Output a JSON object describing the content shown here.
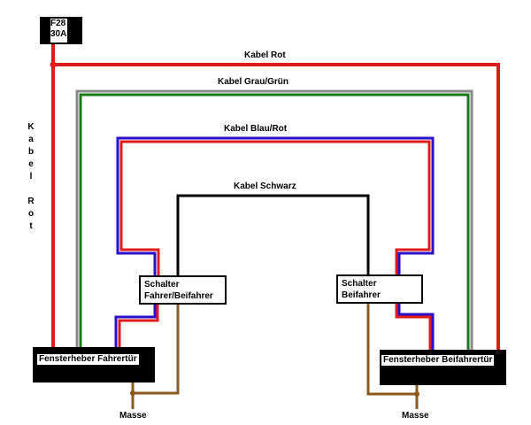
{
  "fuse": {
    "line1": "F28",
    "line2": "30A"
  },
  "cables": {
    "red": "Kabel Rot",
    "grey_green": "Kabel Grau/Grün",
    "blue_red": "Kabel Blau/Rot",
    "black": "Kabel Schwarz"
  },
  "vertical_label": {
    "letters": [
      "K",
      "a",
      "b",
      "e",
      "l",
      "",
      "R",
      "o",
      "t"
    ]
  },
  "switches": {
    "driver": {
      "line1": "Schalter",
      "line2": "Fahrer/Beifahrer"
    },
    "passenger": {
      "line1": "Schalter",
      "line2": "Beifahrer"
    }
  },
  "motors": {
    "driver": "Fensterheber Fahrertür",
    "passenger": "Fensterheber Beifahrertür"
  },
  "grounds": {
    "left": "Masse",
    "right": "Masse"
  },
  "colors": {
    "red": "#e01b1b",
    "grey": "#8a8a8a",
    "green": "#1a7a1a",
    "blue": "#2a10c8",
    "black": "#000000",
    "brown": "#8b5a1c"
  }
}
